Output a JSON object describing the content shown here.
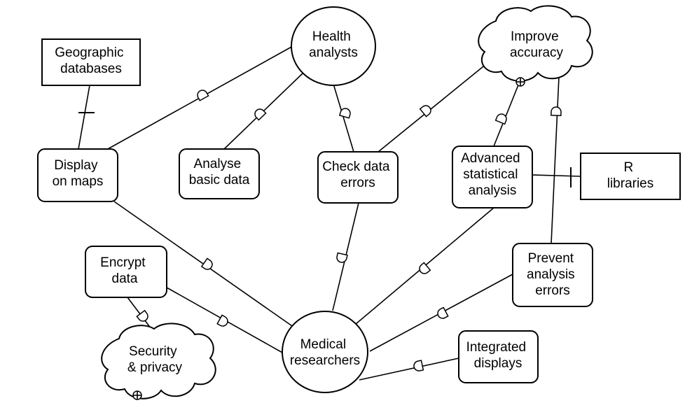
{
  "nodes": {
    "health_analysts": [
      "Health",
      "analysts"
    ],
    "medical_researchers": [
      "Medical",
      "researchers"
    ],
    "geographic_databases": [
      "Geographic",
      "databases"
    ],
    "r_libraries": [
      "R",
      "libraries"
    ],
    "display_on_maps": [
      "Display",
      "on maps"
    ],
    "analyse_basic_data": [
      "Analyse",
      "basic data"
    ],
    "check_data_errors": [
      "Check data",
      "errors"
    ],
    "advanced_statistical_analysis": [
      "Advanced",
      "statistical",
      "analysis"
    ],
    "encrypt_data": [
      "Encrypt",
      "data"
    ],
    "prevent_analysis_errors": [
      "Prevent",
      "analysis",
      "errors"
    ],
    "integrated_displays": [
      "Integrated",
      "displays"
    ],
    "improve_accuracy": [
      "Improve",
      "accuracy"
    ],
    "security_privacy": [
      "Security",
      "& privacy"
    ]
  }
}
